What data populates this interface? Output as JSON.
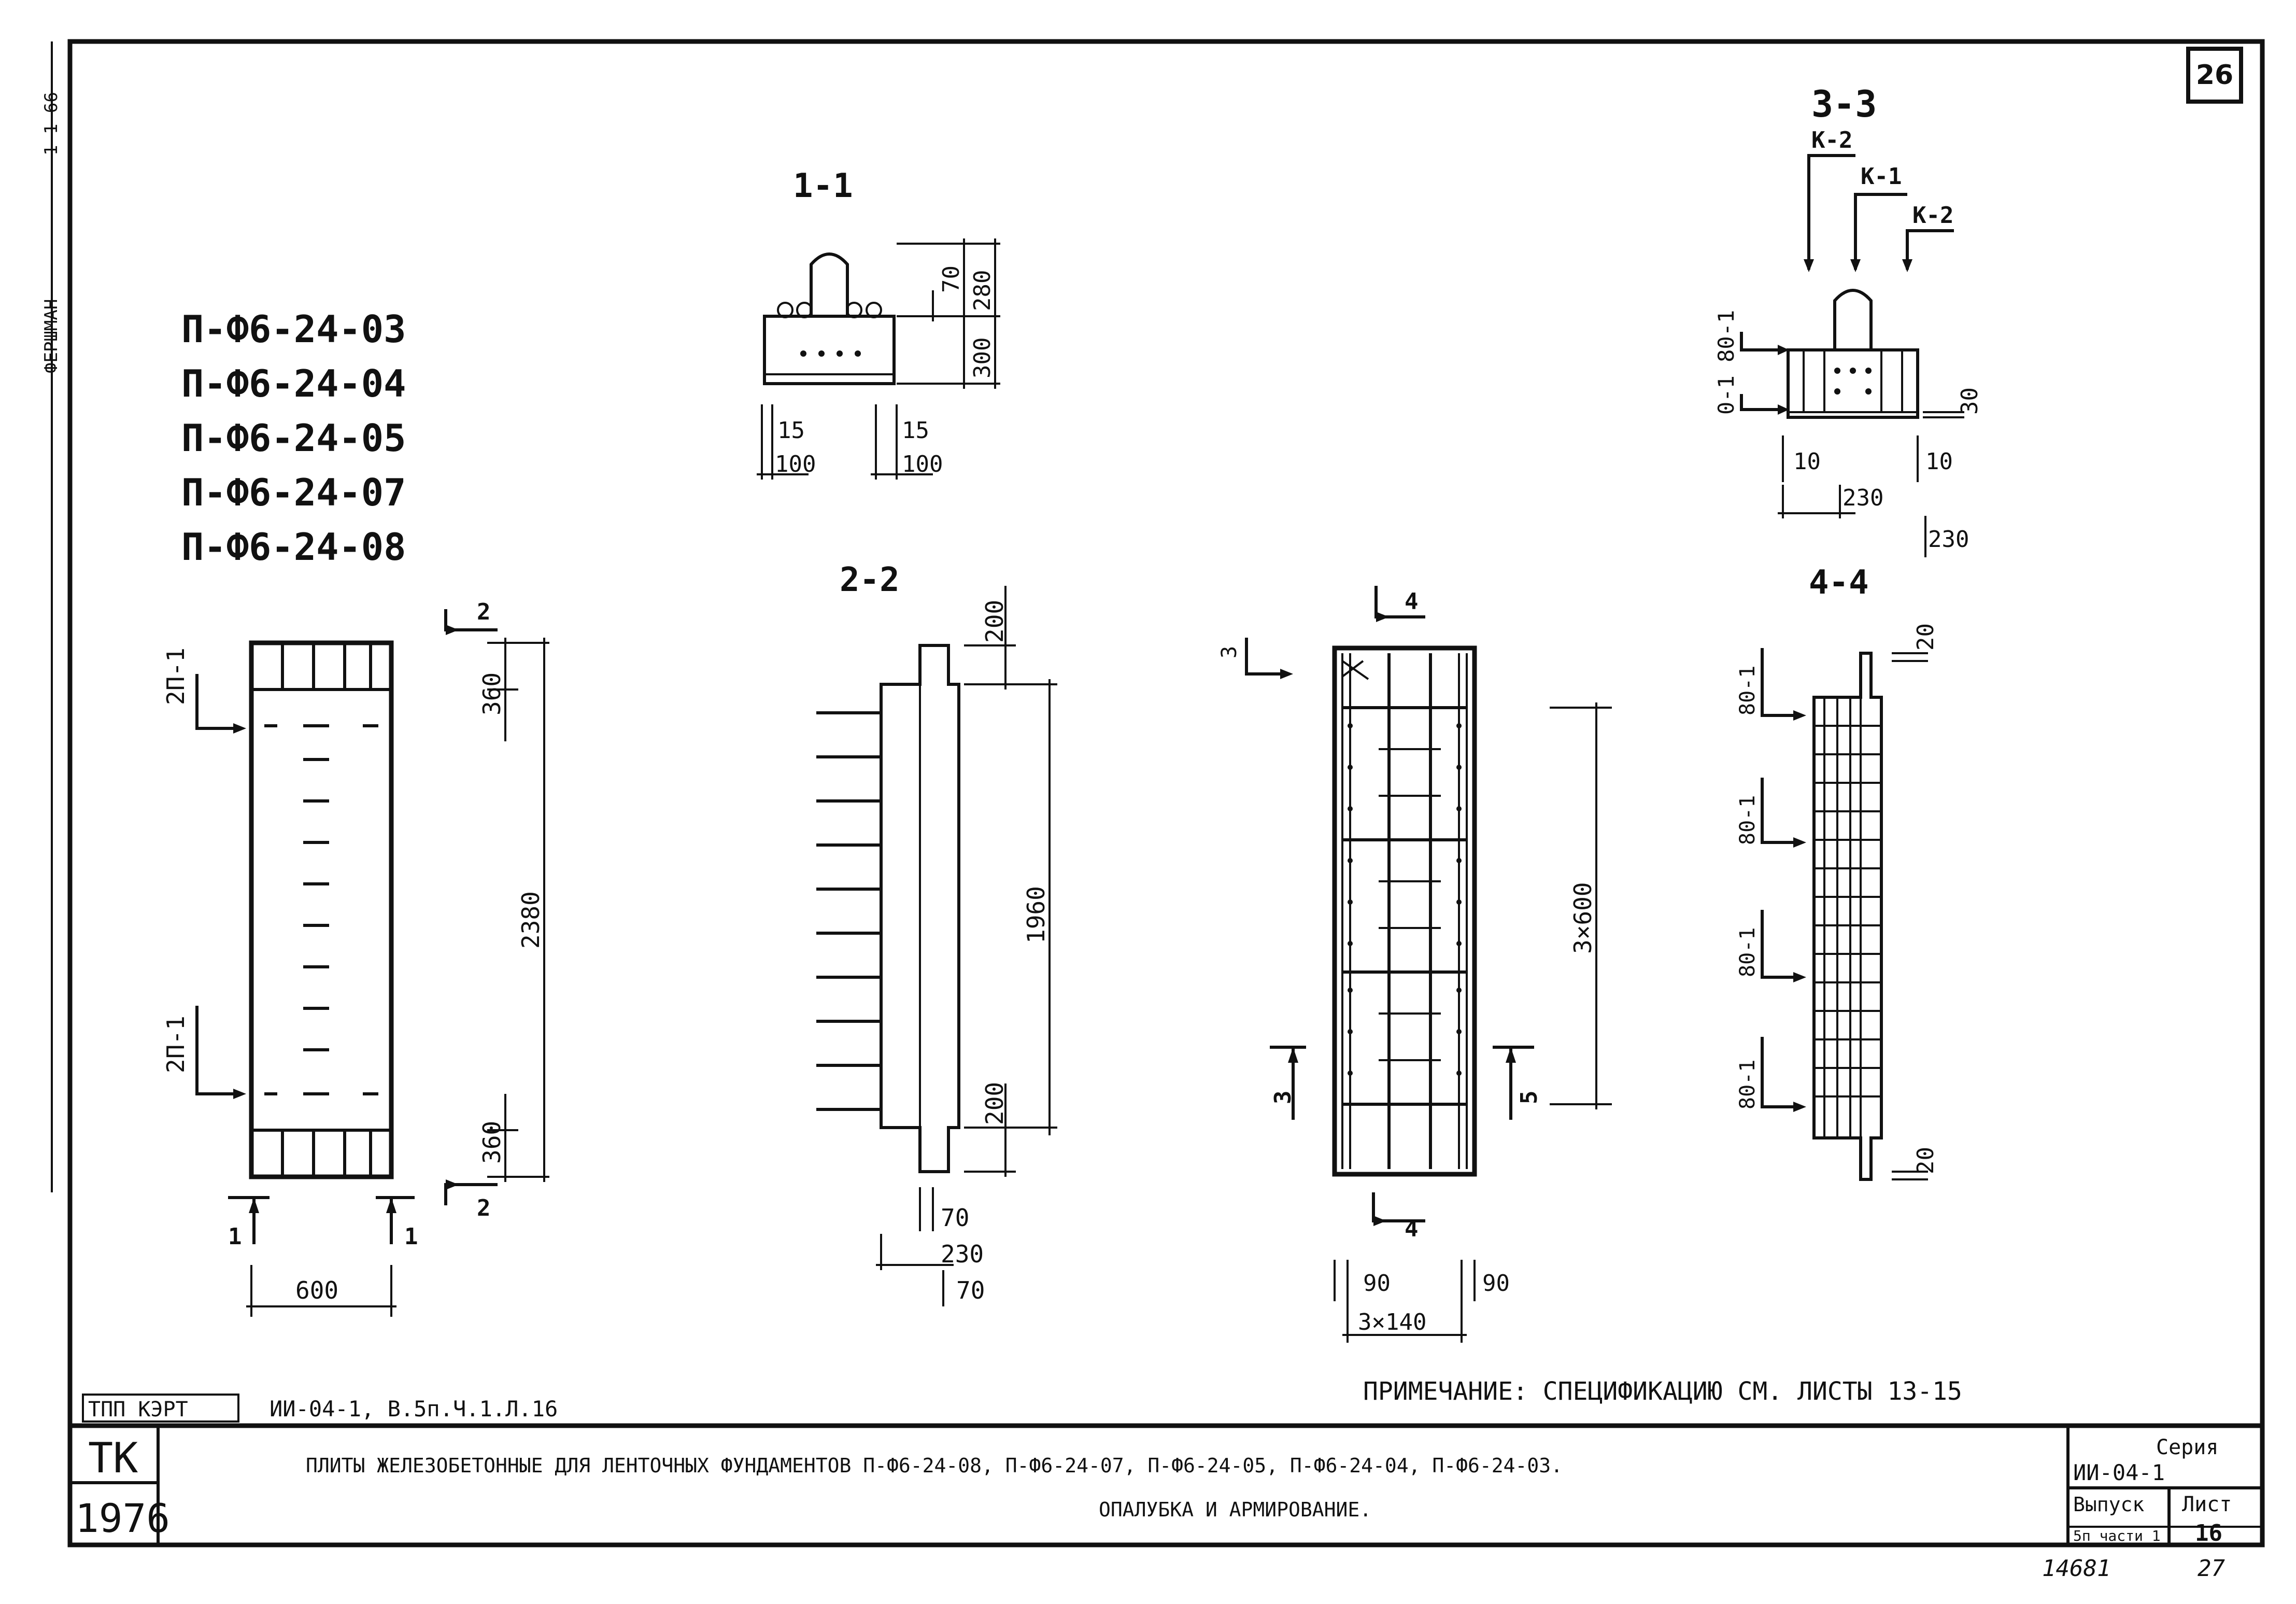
{
  "sheet_number": "26",
  "marks": [
    "П-Ф6-24-03",
    "П-Ф6-24-04",
    "П-Ф6-24-05",
    "П-Ф6-24-07",
    "П-Ф6-24-08"
  ],
  "sections": {
    "s11": "1-1",
    "s22": "2-2",
    "s33": "3-3",
    "s44": "4-4"
  },
  "section_11_dims": {
    "d70": "70",
    "d280": "280",
    "d300": "300",
    "d15a": "15",
    "d100a": "100",
    "d15b": "15",
    "d100b": "100"
  },
  "section_22_dims": {
    "d200top": "200",
    "d1960": "1960",
    "d200bot": "200",
    "d70a": "70",
    "d230": "230",
    "d70b": "70"
  },
  "plan_dims": {
    "d360top": "360",
    "d2380": "2380",
    "d360bot": "360",
    "d600": "600",
    "mark2a": "2",
    "mark2b": "2",
    "mark1a": "1",
    "mark1b": "1",
    "net_top": "2П-1",
    "net_bot": "2П-1"
  },
  "reinf_plan": {
    "mark4a": "4",
    "mark4b": "4",
    "mark3a": "3",
    "mark3b": "3",
    "mark5": "5",
    "d3x600": "3×600",
    "d90a": "90",
    "d90b": "90",
    "d3x140": "3×140"
  },
  "section_33": {
    "k2a": "К-2",
    "k1": "К-1",
    "k2b": "К-2",
    "mesh": "0-1 80-1",
    "d30": "30",
    "d10a": "10",
    "d10b": "10",
    "d230a": "230",
    "d230b": "230"
  },
  "section_44": {
    "d20top": "20",
    "d20bot": "20",
    "labels": [
      "80-1",
      "80-1",
      "80-1",
      "80-1"
    ]
  },
  "note": "ПРИМЕЧАНИЕ: СПЕЦИФИКАЦИЮ СМ. ЛИСТЫ  13-15",
  "ref_box": "ТПП КЭРТ",
  "ref_text": "ИИ-04-1, В.5п.Ч.1.Л.16",
  "title_block": {
    "tk": "ТК",
    "year": "1976",
    "title_line1": "ПЛИТЫ ЖЕЛЕЗОБЕТОННЫЕ ДЛЯ ЛЕНТОЧНЫХ ФУНДАМЕНТОВ П-Ф6-24-08, П-Ф6-24-07, П-Ф6-24-05, П-Ф6-24-04, П-Ф6-24-03.",
    "title_line2": "ОПАЛУБКА И АРМИРОВАНИЕ.",
    "series_label": "Серия",
    "series_value": "ИИ-04-1",
    "issue_label": "Выпуск",
    "issue_value": "5п части 1",
    "sheet_label": "Лист",
    "sheet_value": "16"
  },
  "footer": {
    "inv": "14681",
    "page": "27"
  },
  "margin_labels": [
    "ФЕРШМАН",
    "1-1 66"
  ]
}
